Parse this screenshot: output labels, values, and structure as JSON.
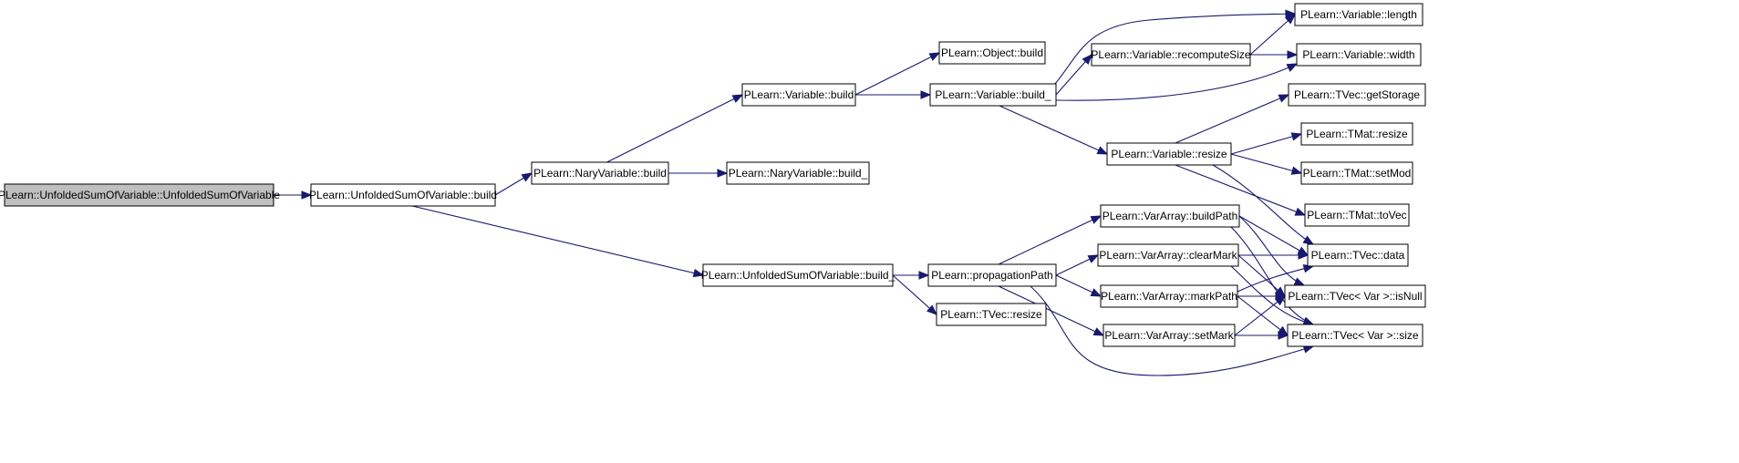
{
  "graph": {
    "edge_color": "#191970",
    "root_fill": "#bfbfbf",
    "nodes": [
      {
        "id": "root",
        "label": "PLearn::UnfoldedSumOfVariable::UnfoldedSumOfVariable",
        "root": true
      },
      {
        "id": "usov_build",
        "label": "PLearn::UnfoldedSumOfVariable::build"
      },
      {
        "id": "nary_build",
        "label": "PLearn::NaryVariable::build"
      },
      {
        "id": "nary_build_",
        "label": "PLearn::NaryVariable::build_"
      },
      {
        "id": "var_build",
        "label": "PLearn::Variable::build"
      },
      {
        "id": "obj_build",
        "label": "PLearn::Object::build"
      },
      {
        "id": "var_build_",
        "label": "PLearn::Variable::build_"
      },
      {
        "id": "var_recompute",
        "label": "PLearn::Variable::recomputeSize"
      },
      {
        "id": "var_length",
        "label": "PLearn::Variable::length"
      },
      {
        "id": "var_width",
        "label": "PLearn::Variable::width"
      },
      {
        "id": "var_resize",
        "label": "PLearn::Variable::resize"
      },
      {
        "id": "tvec_getstorage",
        "label": "PLearn::TVec::getStorage"
      },
      {
        "id": "tmat_resize",
        "label": "PLearn::TMat::resize"
      },
      {
        "id": "tmat_setmod",
        "label": "PLearn::TMat::setMod"
      },
      {
        "id": "tmat_tovec",
        "label": "PLearn::TMat::toVec"
      },
      {
        "id": "tvec_data",
        "label": "PLearn::TVec::data"
      },
      {
        "id": "usov_build_",
        "label": "PLearn::UnfoldedSumOfVariable::build_"
      },
      {
        "id": "prop_path",
        "label": "PLearn::propagationPath"
      },
      {
        "id": "tvec_resize",
        "label": "PLearn::TVec::resize"
      },
      {
        "id": "va_buildpath",
        "label": "PLearn::VarArray::buildPath"
      },
      {
        "id": "va_clearmark",
        "label": "PLearn::VarArray::clearMark"
      },
      {
        "id": "va_markpath",
        "label": "PLearn::VarArray::markPath"
      },
      {
        "id": "va_setmark",
        "label": "PLearn::VarArray::setMark"
      },
      {
        "id": "tvec_isnull",
        "label": "PLearn::TVec< Var >::isNull"
      },
      {
        "id": "tvec_size",
        "label": "PLearn::TVec< Var >::size"
      }
    ],
    "edges": [
      [
        "root",
        "usov_build"
      ],
      [
        "usov_build",
        "nary_build"
      ],
      [
        "usov_build",
        "usov_build_"
      ],
      [
        "nary_build",
        "var_build"
      ],
      [
        "nary_build",
        "nary_build_"
      ],
      [
        "var_build",
        "obj_build"
      ],
      [
        "var_build",
        "var_build_"
      ],
      [
        "var_build_",
        "var_length"
      ],
      [
        "var_build_",
        "var_recompute"
      ],
      [
        "var_build_",
        "var_width"
      ],
      [
        "var_build_",
        "var_resize"
      ],
      [
        "var_recompute",
        "var_length"
      ],
      [
        "var_recompute",
        "var_width"
      ],
      [
        "var_resize",
        "tvec_getstorage"
      ],
      [
        "var_resize",
        "tmat_resize"
      ],
      [
        "var_resize",
        "tmat_setmod"
      ],
      [
        "var_resize",
        "tmat_tovec"
      ],
      [
        "var_resize",
        "tvec_data"
      ],
      [
        "usov_build_",
        "prop_path"
      ],
      [
        "usov_build_",
        "tvec_resize"
      ],
      [
        "prop_path",
        "va_buildpath"
      ],
      [
        "prop_path",
        "va_clearmark"
      ],
      [
        "prop_path",
        "va_markpath"
      ],
      [
        "prop_path",
        "va_setmark"
      ],
      [
        "prop_path",
        "tvec_size"
      ],
      [
        "va_buildpath",
        "tvec_data"
      ],
      [
        "va_buildpath",
        "tvec_isnull"
      ],
      [
        "va_buildpath",
        "tvec_size"
      ],
      [
        "va_clearmark",
        "tvec_data"
      ],
      [
        "va_clearmark",
        "tvec_isnull"
      ],
      [
        "va_clearmark",
        "tvec_size"
      ],
      [
        "va_markpath",
        "tvec_data"
      ],
      [
        "va_markpath",
        "tvec_isnull"
      ],
      [
        "va_markpath",
        "tvec_size"
      ],
      [
        "va_setmark",
        "tvec_isnull"
      ],
      [
        "va_setmark",
        "tvec_size"
      ]
    ]
  }
}
